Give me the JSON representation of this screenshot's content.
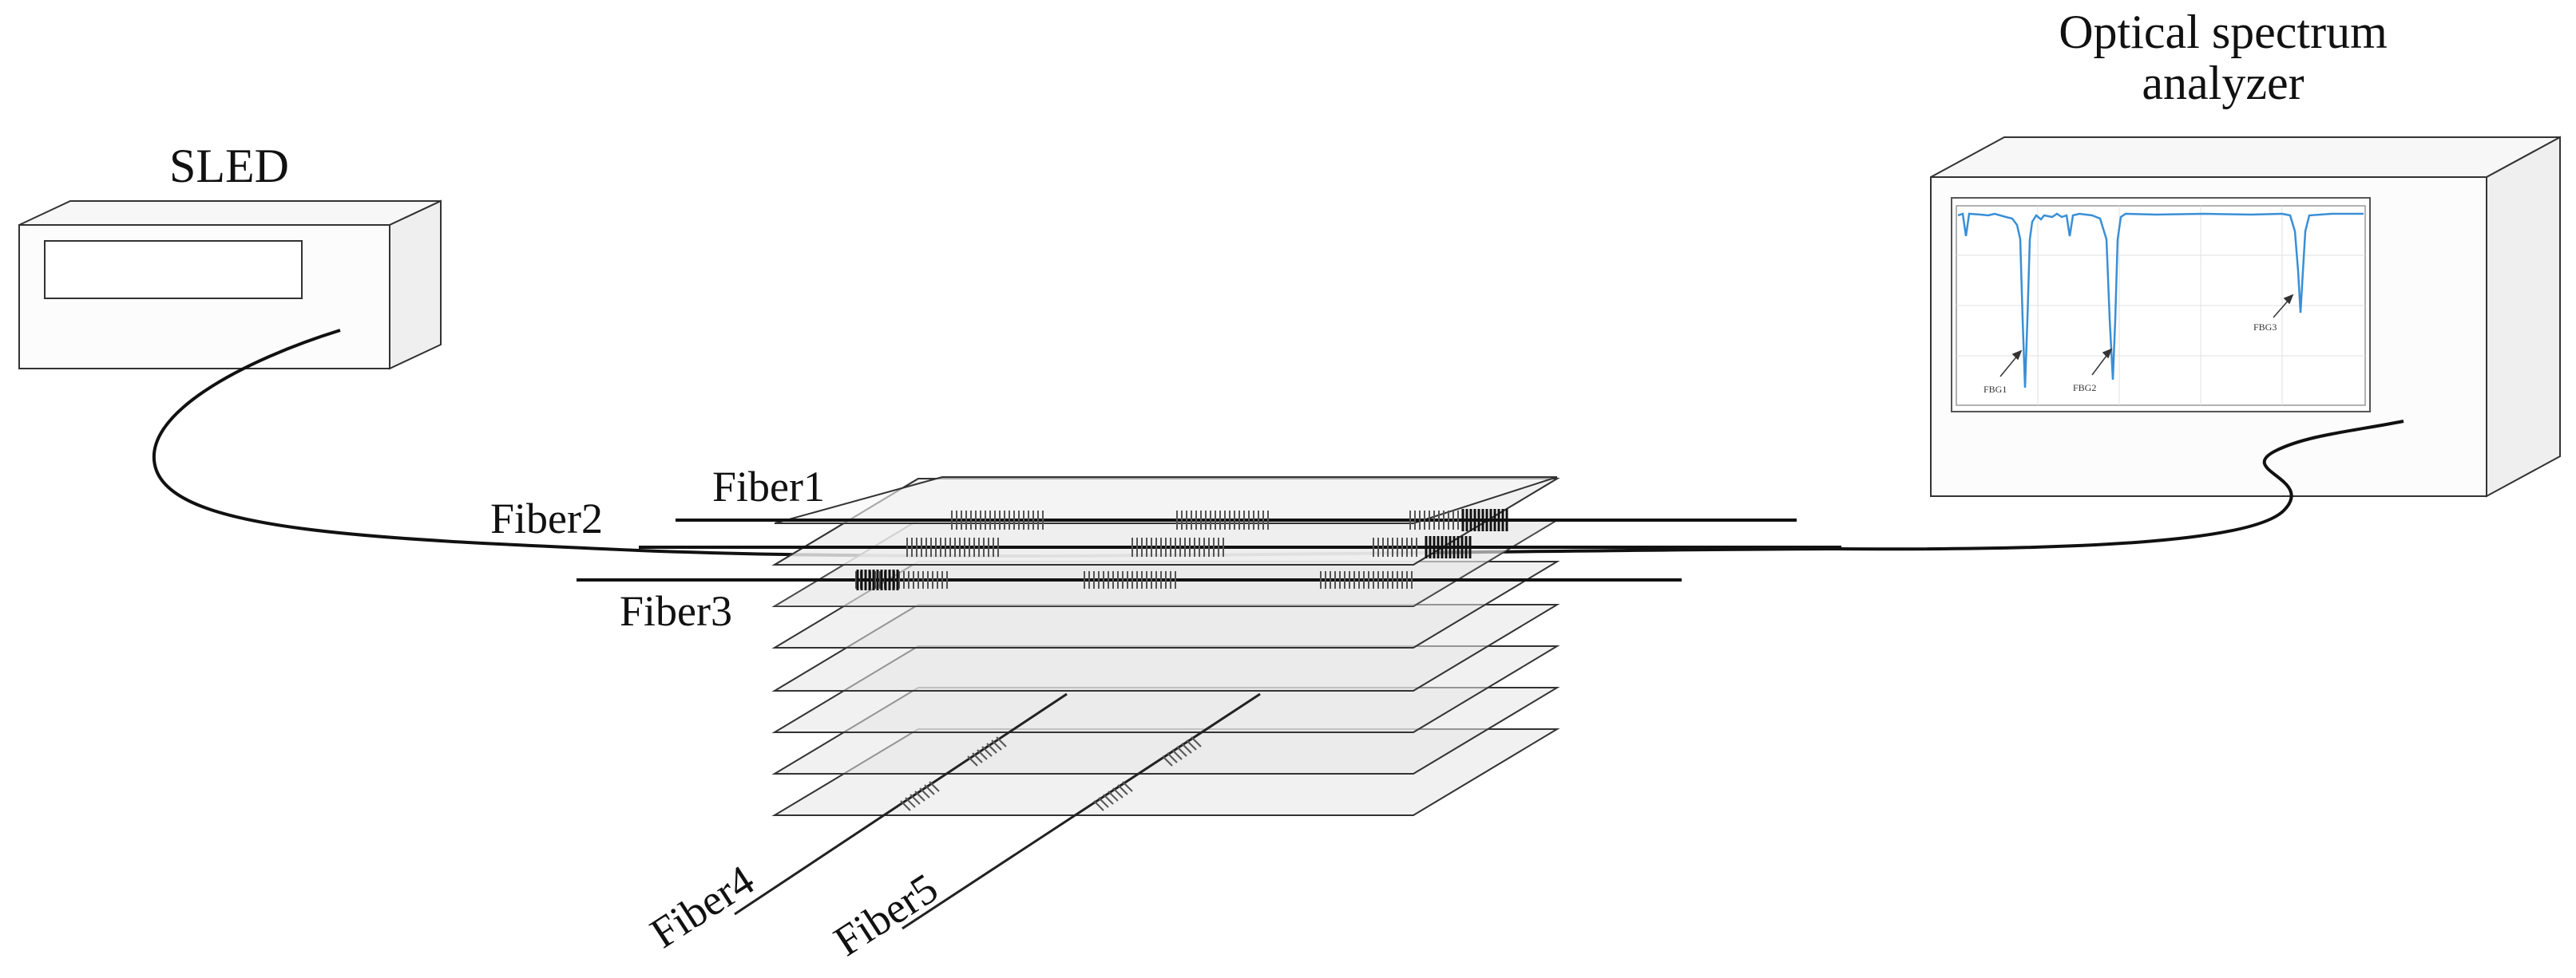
{
  "labels": {
    "sled": "SLED",
    "osa_line1": "Optical spectrum",
    "osa_line2": "analyzer",
    "fiber1": "Fiber1",
    "fiber2": "Fiber2",
    "fiber3": "Fiber3",
    "fiber4": "Fiber4",
    "fiber5": "Fiber5",
    "fbg1": "FBG1",
    "fbg2": "FBG2",
    "fbg3": "FBG3"
  },
  "colors": {
    "spectrum": "#3a8fd6",
    "line": "#111111",
    "plate_fill": "#e6e6e6"
  }
}
